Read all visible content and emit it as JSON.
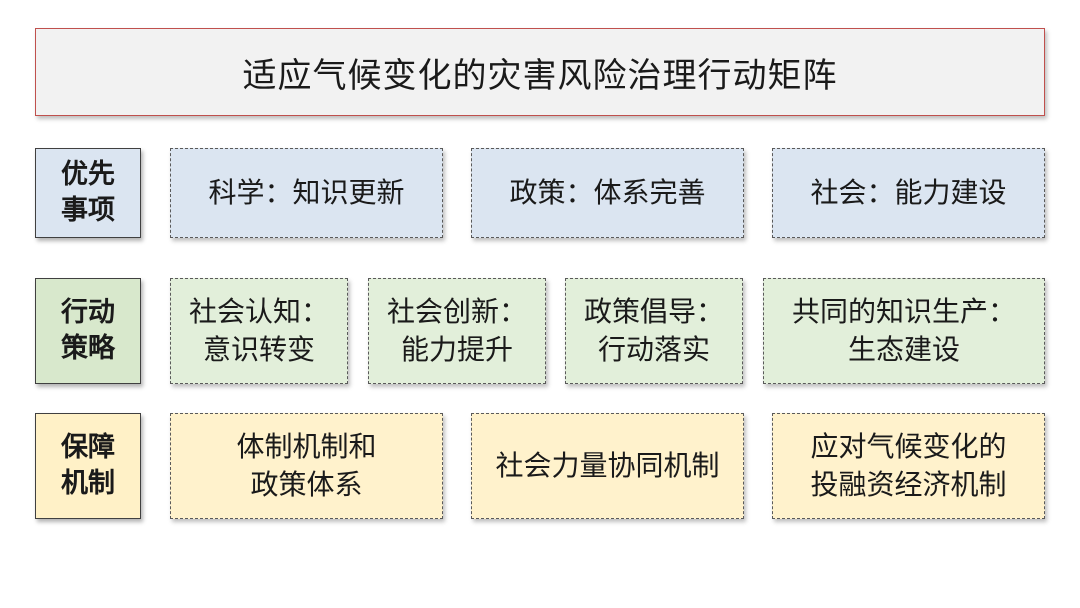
{
  "title": "适应气候变化的灾害风险治理行动矩阵",
  "rows": [
    {
      "label": "优先事项",
      "cells": [
        {
          "line1": "科学：知识更新",
          "line2": ""
        },
        {
          "line1": "政策：体系完善",
          "line2": ""
        },
        {
          "line1": "社会：能力建设",
          "line2": ""
        }
      ]
    },
    {
      "label": "行动策略",
      "cells": [
        {
          "line1": "社会认知：",
          "line2": "意识转变"
        },
        {
          "line1": "社会创新：",
          "line2": "能力提升"
        },
        {
          "line1": "政策倡导：",
          "line2": "行动落实"
        },
        {
          "line1": "共同的知识生产：",
          "line2": "生态建设"
        }
      ]
    },
    {
      "label": "保障机制",
      "cells": [
        {
          "line1": "体制机制和",
          "line2": "政策体系"
        },
        {
          "line1": "社会力量协同机制",
          "line2": ""
        },
        {
          "line1": "应对气候变化的",
          "line2": "投融资经济机制"
        }
      ]
    }
  ],
  "colors": {
    "title_border": "#c0504d",
    "priority_fill": "#dbe5f1",
    "strategy_fill": "#e2efda",
    "mechanism_fill": "#fff2cc"
  }
}
